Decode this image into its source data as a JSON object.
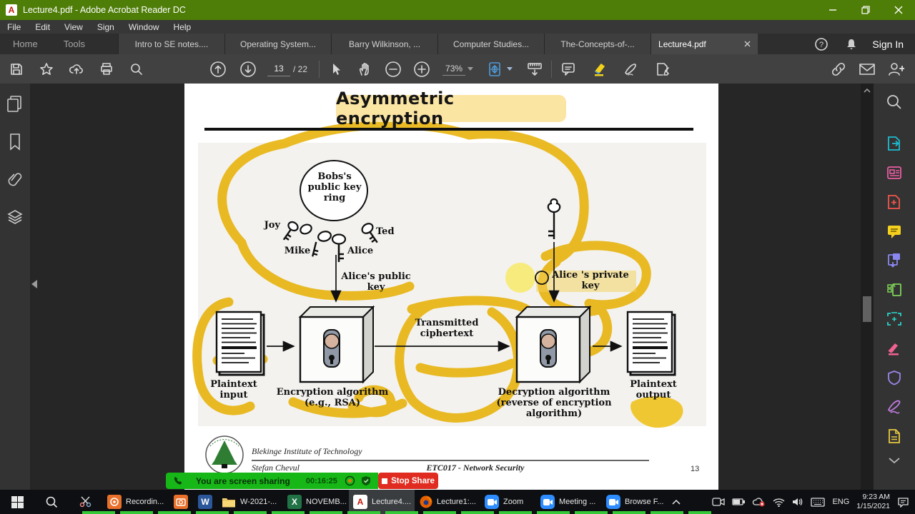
{
  "window": {
    "title": "Lecture4.pdf - Adobe Acrobat Reader DC"
  },
  "menu": {
    "items": [
      "File",
      "Edit",
      "View",
      "Sign",
      "Window",
      "Help"
    ]
  },
  "tab_bar": {
    "home": "Home",
    "tools": "Tools",
    "documents": [
      "Intro to SE notes....",
      "Operating System...",
      "Barry Wilkinson, ...",
      "Computer Studies...",
      "The-Concepts-of-..."
    ],
    "active_document": "Lecture4.pdf",
    "sign_in": "Sign In"
  },
  "toolbar": {
    "page_current": "13",
    "page_total": "/ 22",
    "zoom_level": "73%"
  },
  "slide": {
    "title": "Asymmetric encryption",
    "ring_label": "Bobs's public key ring",
    "keys": {
      "joy": "Joy",
      "mike": "Mike",
      "alice": "Alice",
      "ted": "Ted"
    },
    "public_key_label": "Alice's public key",
    "private_key_label": "Alice 's private key",
    "plaintext_input": "Plaintext input",
    "encryption_label": "Encryption algorithm (e.g., RSA)",
    "ciphertext_label": "Transmitted ciphertext",
    "decryption_label": "Decryption algorithm (reverse of encryption algorithm)",
    "plaintext_output": "Plaintext output",
    "footer": {
      "institute": "Blekinge Institute of Technology",
      "author": "Stefan Chevul",
      "course": "ETC017 - Network Security",
      "page_number": "13"
    }
  },
  "share_bar": {
    "message": "You are screen sharing",
    "timer": "00:16:25",
    "stop_label": "Stop Share"
  },
  "taskbar": {
    "buttons": [
      {
        "app": "recorder",
        "label": "Recordin..."
      },
      {
        "app": "word",
        "label": ""
      },
      {
        "app": "folder",
        "label": "W-2021-..."
      },
      {
        "app": "excel",
        "label": "NOVEMB..."
      },
      {
        "app": "acrobat",
        "label": "Lecture4...."
      },
      {
        "app": "firefox",
        "label": "Lecture1:..."
      },
      {
        "app": "zoom",
        "label": "Zoom"
      },
      {
        "app": "zoom",
        "label": "Meeting ..."
      },
      {
        "app": "zoom",
        "label": "Browse F..."
      }
    ],
    "tray": {
      "language": "ENG",
      "time": "9:23 AM",
      "date": "1/15/2021"
    }
  },
  "icons": {
    "word_glyph": "W",
    "excel_glyph": "X",
    "acrobat_glyph": "A"
  },
  "colors": {
    "titlebar_green": "#4e7d08",
    "share_green": "#16b716",
    "stop_red": "#e02b20",
    "marker_yellow": "#e8b512",
    "title_highlight": "#fbe5a3"
  }
}
